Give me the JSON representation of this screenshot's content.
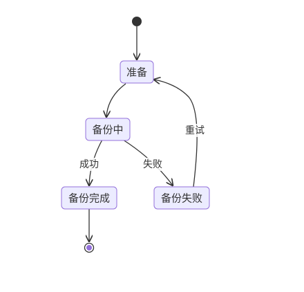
{
  "states": {
    "prepare": "准备",
    "backing_up": "备份中",
    "backup_complete": "备份完成",
    "backup_failed": "备份失败"
  },
  "transitions": {
    "success": "成功",
    "failure": "失败",
    "retry": "重试"
  },
  "colors": {
    "state_fill": "#ECECFF",
    "state_border": "#9370DB",
    "line": "#333333",
    "end_inner": "#9370DB"
  }
}
